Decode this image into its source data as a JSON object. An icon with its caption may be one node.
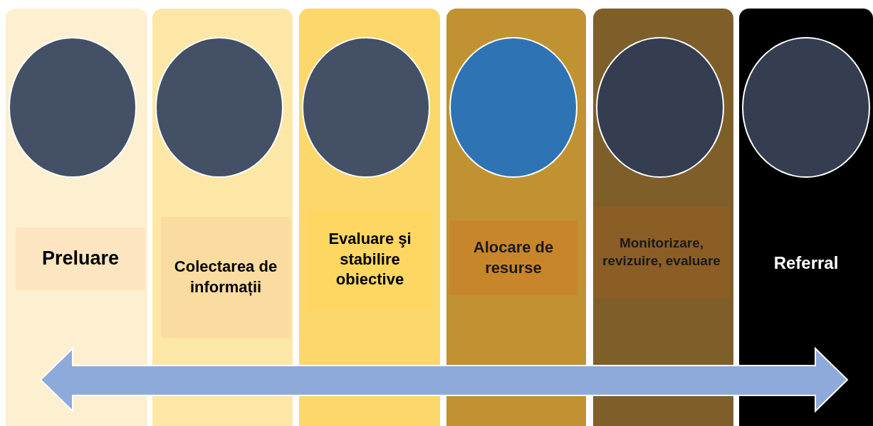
{
  "diagram": {
    "nodes": [
      {
        "text": [
          "Preluare"
        ]
      },
      {
        "text": [],
        "shape": "circle",
        "in": 0
      },
      {
        "text": [
          "Colectarea de informații"
        ]
      },
      {
        "text": [],
        "shape": "circle",
        "in": 2
      },
      {
        "text": [
          "Evaluare şi stabilire obiective"
        ]
      },
      {
        "text": [],
        "shape": "circle",
        "in": 4
      },
      {
        "text": [
          "Alocare de resurse"
        ]
      },
      {
        "text": [],
        "shape": "circle",
        "in": 6
      },
      {
        "text": [
          "Monitorizare, revizuire, evaluare"
        ]
      },
      {
        "text": [],
        "shape": "circle",
        "in": 8
      },
      {
        "text": [
          "Referral"
        ]
      },
      {
        "text": [],
        "shape": "circle",
        "in": 10
      }
    ]
  }
}
